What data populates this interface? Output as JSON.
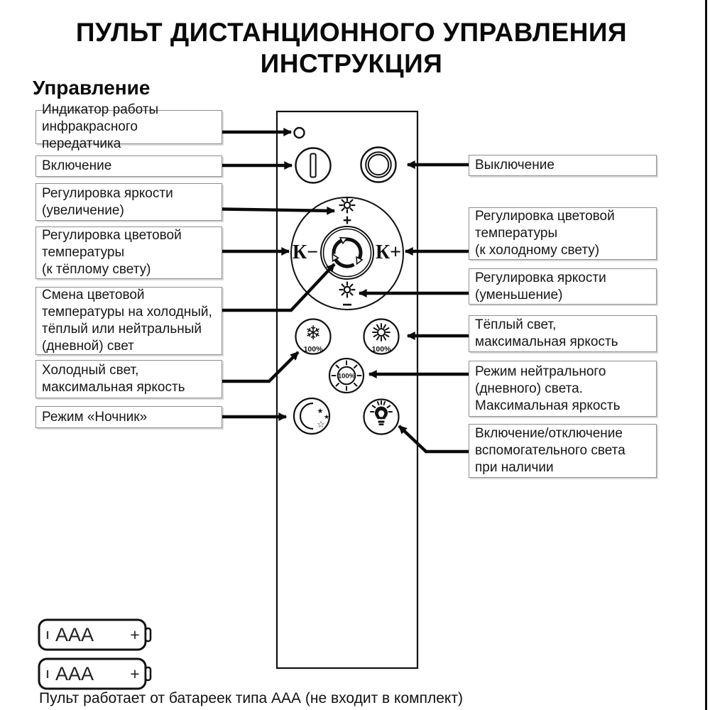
{
  "title": {
    "line1": "ПУЛЬТ ДИСТАНЦИОННОГО УПРАВЛЕНИЯ",
    "line2": "ИНСТРУКЦИЯ"
  },
  "section_heading": "Управление",
  "callouts": {
    "left": [
      {
        "label": [
          "Индикатор работы",
          "инфракрасного передатчика"
        ]
      },
      {
        "label": [
          "Включение"
        ]
      },
      {
        "label": [
          "Регулировка яркости",
          "(увеличение)"
        ]
      },
      {
        "label": [
          "Регулировка цветовой",
          "температуры",
          "(к тёплому свету)"
        ]
      },
      {
        "label": [
          "Смена цветовой",
          "температуры на холодный,",
          "тёплый или нейтральный",
          "(дневной) свет"
        ]
      },
      {
        "label": [
          "Холодный свет,",
          "максимальная яркость"
        ]
      },
      {
        "label": [
          "Режим «Ночник»"
        ]
      }
    ],
    "right": [
      {
        "label": [
          "Выключение"
        ]
      },
      {
        "label": [
          "Регулировка цветовой",
          "температуры",
          "(к холодному свету)"
        ]
      },
      {
        "label": [
          "Регулировка яркости",
          "(уменьшение)"
        ]
      },
      {
        "label": [
          "Тёплый свет,",
          "максимальная яркость"
        ]
      },
      {
        "label": [
          "Режим нейтрального",
          "(дневного) света.",
          "Максимальная яркость"
        ]
      },
      {
        "label": [
          "Включение/отключение",
          "вспомогательного света",
          "при наличии"
        ]
      }
    ]
  },
  "remote": {
    "k_minus": "К−",
    "k_plus": "К+",
    "brightness_plus": "+",
    "brightness_minus": "−",
    "cold_button_label": "100%",
    "warm_button_label": "100%",
    "neutral_button_label": "100%"
  },
  "icons": {
    "snowflake": "❄",
    "star_filled_1": "★",
    "star_filled_2": "★",
    "star_outline": "☆"
  },
  "batteries": {
    "label": "AAA",
    "plus": "+",
    "note": "Пульт работает от батареек типа ААА (не входит в комплект)"
  },
  "colors": {
    "ink": "#0a0a0a",
    "box_border": "#8f8f8f"
  }
}
